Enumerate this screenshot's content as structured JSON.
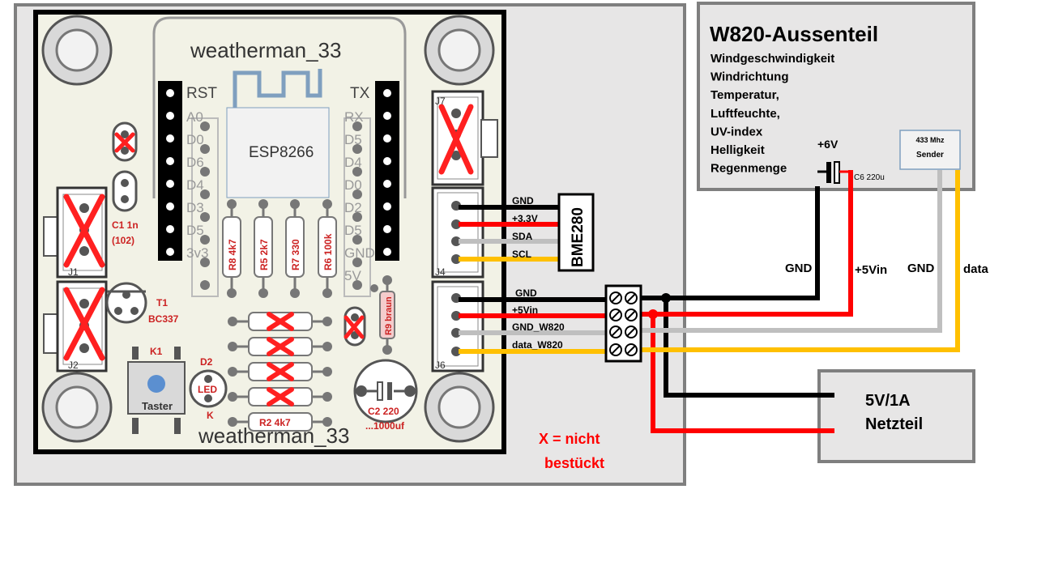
{
  "board": {
    "title_top": "weatherman_33",
    "title_bottom": "weatherman_33",
    "esp": "ESP8266",
    "pins_left": "RST",
    "pins_right": "TX",
    "pins_left_ghost": [
      "A0",
      "D0",
      "D6",
      "D4",
      "D3",
      "D5",
      "3v3"
    ],
    "pins_right_ghost": [
      "RX",
      "D5",
      "D4",
      "D0",
      "D2",
      "D5",
      "GND",
      "5V"
    ],
    "resistors": [
      "R8 4k7",
      "R5 2k7",
      "R7 330",
      "R6 100k"
    ],
    "r9": "R9 braun",
    "r2": "R2  4k7",
    "c1": "C1  1n",
    "c1_sub": "(102)",
    "t1": "T1",
    "t1_sub": "BC337",
    "k1": "K1",
    "taster": "Taster",
    "d2": "D2",
    "led": "LED",
    "k": "K",
    "c2": "C2 220",
    "c2_sub": "...1000uf",
    "j1": "J1",
    "j2": "J2",
    "j4": "J4",
    "j6": "J6",
    "j7": "J7"
  },
  "bme": {
    "label": "BME280",
    "wires": [
      "GND",
      "+3.3V",
      "SDA",
      "SCL"
    ]
  },
  "terminal_wires": [
    "GND",
    "+5Vin",
    "GND_W820",
    "data_W820"
  ],
  "legend": {
    "line1": "X  =  nicht",
    "line2": "bestückt"
  },
  "w820": {
    "title": "W820-Aussenteil",
    "features": [
      "Windgeschwindigkeit",
      "Windrichtung",
      "Temperatur,",
      "Luftfeuchte,",
      "UV-index",
      "Helligkeit",
      "Regenmenge"
    ],
    "v6": "+6V",
    "c6": "C6  220u",
    "sender_line1": "433 Mhz",
    "sender_line2": "Sender"
  },
  "wire_labels": {
    "gnd": "GND",
    "vin": "+5Vin",
    "gnd2": "GND",
    "data": "data"
  },
  "psu": {
    "line1": "5V/1A",
    "line2": "Netzteil"
  },
  "colors": {
    "black": "#000000",
    "red": "#ff0000",
    "grey": "#bfbfbf",
    "yellow": "#ffc000",
    "board": "#f2f2e6",
    "panel": "#e7e6e6",
    "frame": "#7f7f7f"
  }
}
